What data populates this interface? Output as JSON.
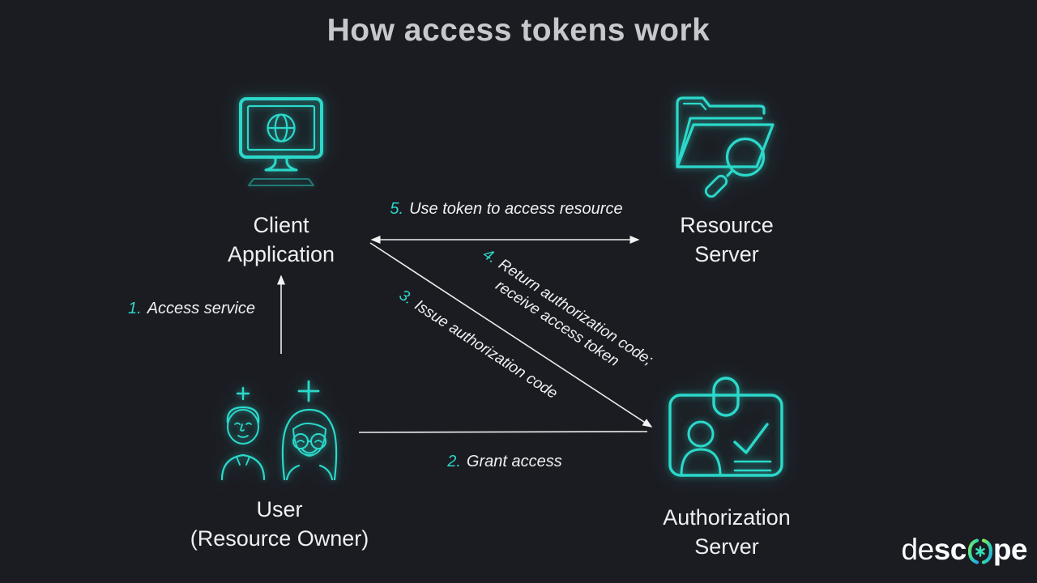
{
  "title": "How access tokens work",
  "nodes": {
    "client": {
      "line1": "Client",
      "line2": "Application"
    },
    "resource": {
      "line1": "Resource",
      "line2": "Server"
    },
    "user": {
      "line1": "User",
      "line2": "(Resource Owner)"
    },
    "auth": {
      "line1": "Authorization",
      "line2": "Server"
    }
  },
  "steps": {
    "s1": {
      "num": "1.",
      "text": "Access service"
    },
    "s2": {
      "num": "2.",
      "text": "Grant access"
    },
    "s3": {
      "num": "3.",
      "text": "Issue authorization code"
    },
    "s4": {
      "num": "4.",
      "line1": "Return authorization code;",
      "line2": "receive access token"
    },
    "s5": {
      "num": "5.",
      "text": "Use token to access resource"
    }
  },
  "logo": {
    "part1": "de",
    "part2": "sc",
    "part3": "pe"
  },
  "icons": [
    "monitor-globe-icon",
    "folder-search-icon",
    "users-icon",
    "id-badge-icon",
    "descope-o-icon"
  ],
  "colors": {
    "background": "#1b1c22",
    "title_text": "#c7c8cc",
    "node_text": "#eef0f2",
    "accent_teal": "#2bd9cb",
    "step_number": "#2fd6c8",
    "arrow": "#ededed",
    "logo_gradient_start": "#8be55f",
    "logo_gradient_end": "#2ba6e8"
  }
}
